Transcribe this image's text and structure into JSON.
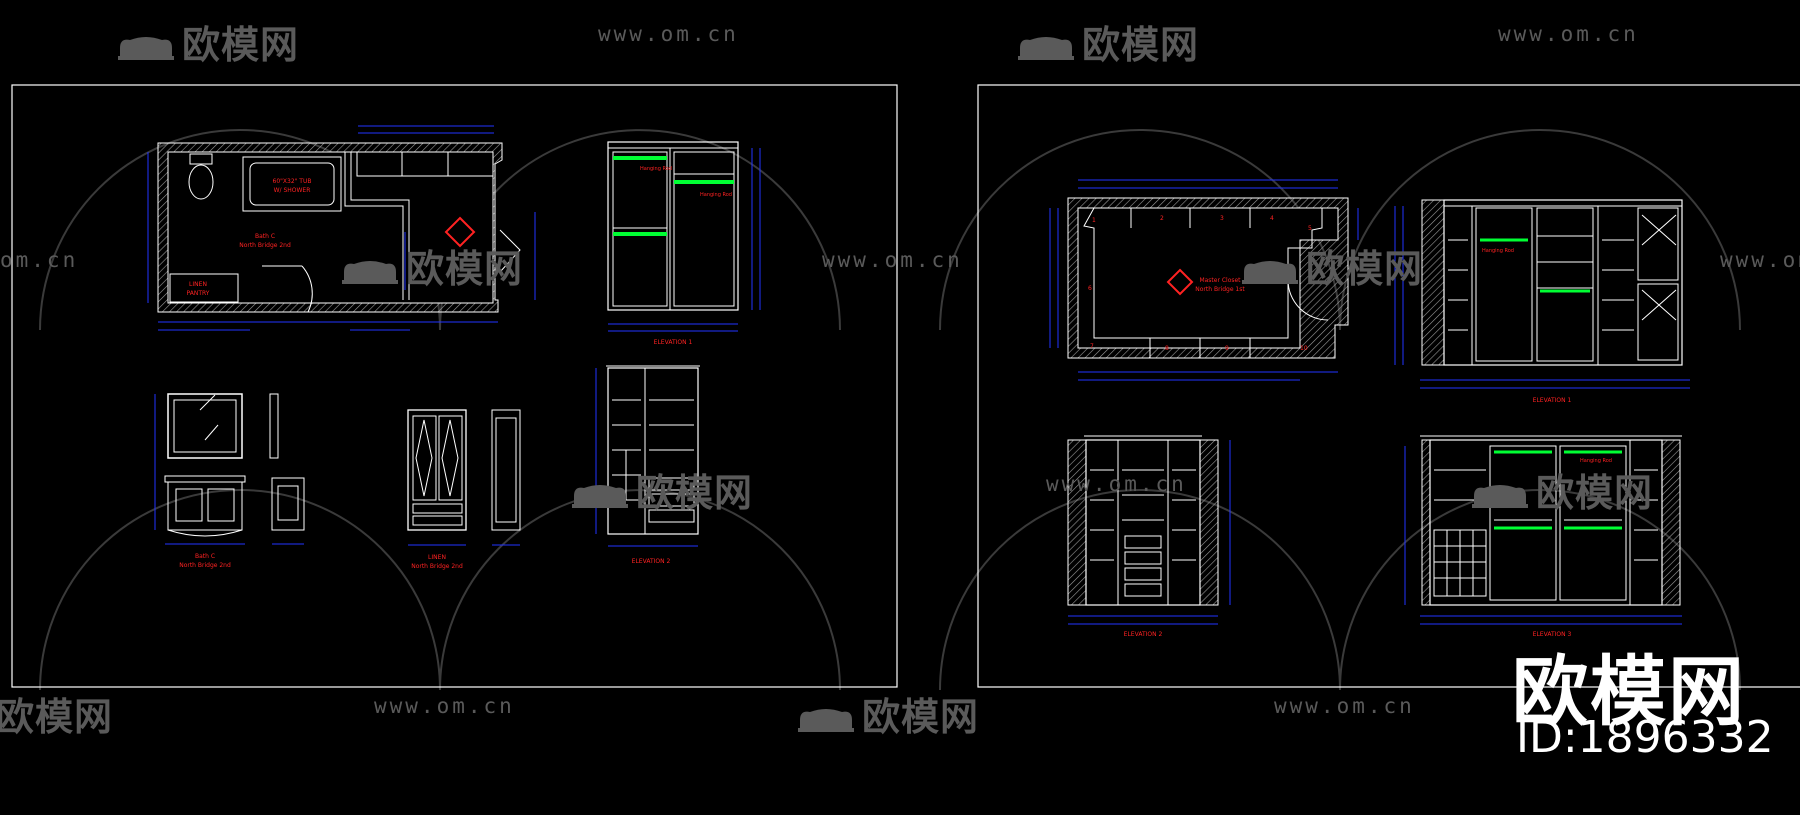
{
  "watermark": {
    "brand": "欧模网",
    "url": "www.om.cn",
    "url_partial": "om.cn",
    "color": "#5a5a5a"
  },
  "badge": {
    "brand": "欧模网",
    "id": "ID:1896332"
  },
  "sheet_left": {
    "bath_plan_label_1": "Bath C",
    "bath_plan_label_2": "North Bridge 2nd",
    "tub_label_1": "60\"X32\" TUB",
    "tub_label_2": "W/ SHOWER",
    "cabinet_label_1": "LINEN",
    "cabinet_label_2": "PANTRY",
    "vanity_label_1": "Bath C",
    "vanity_label_2": "North Bridge 2nd",
    "linen_label_1": "LINEN",
    "linen_label_2": "North Bridge 2nd",
    "elevation_1": "ELEVATION 1",
    "elevation_2": "ELEVATION 2",
    "hanging_rod": "Hanging Rod"
  },
  "sheet_right": {
    "closet_label_1": "Master Closet",
    "closet_label_2": "North Bridge 1st",
    "elevation_1": "ELEVATION 1",
    "elevation_2": "ELEVATION 2",
    "elevation_3": "ELEVATION 3",
    "hanging_rod": "Hanging Rod",
    "room_numbers": [
      "1",
      "2",
      "3",
      "4",
      "5",
      "6",
      "7",
      "8",
      "9",
      "10"
    ]
  },
  "colors": {
    "background": "#000000",
    "line": "#ffffff",
    "dimension": "#2233ff",
    "annotation": "#ff2222",
    "rod": "#00ff33",
    "hatch": "#9a9a9a"
  }
}
